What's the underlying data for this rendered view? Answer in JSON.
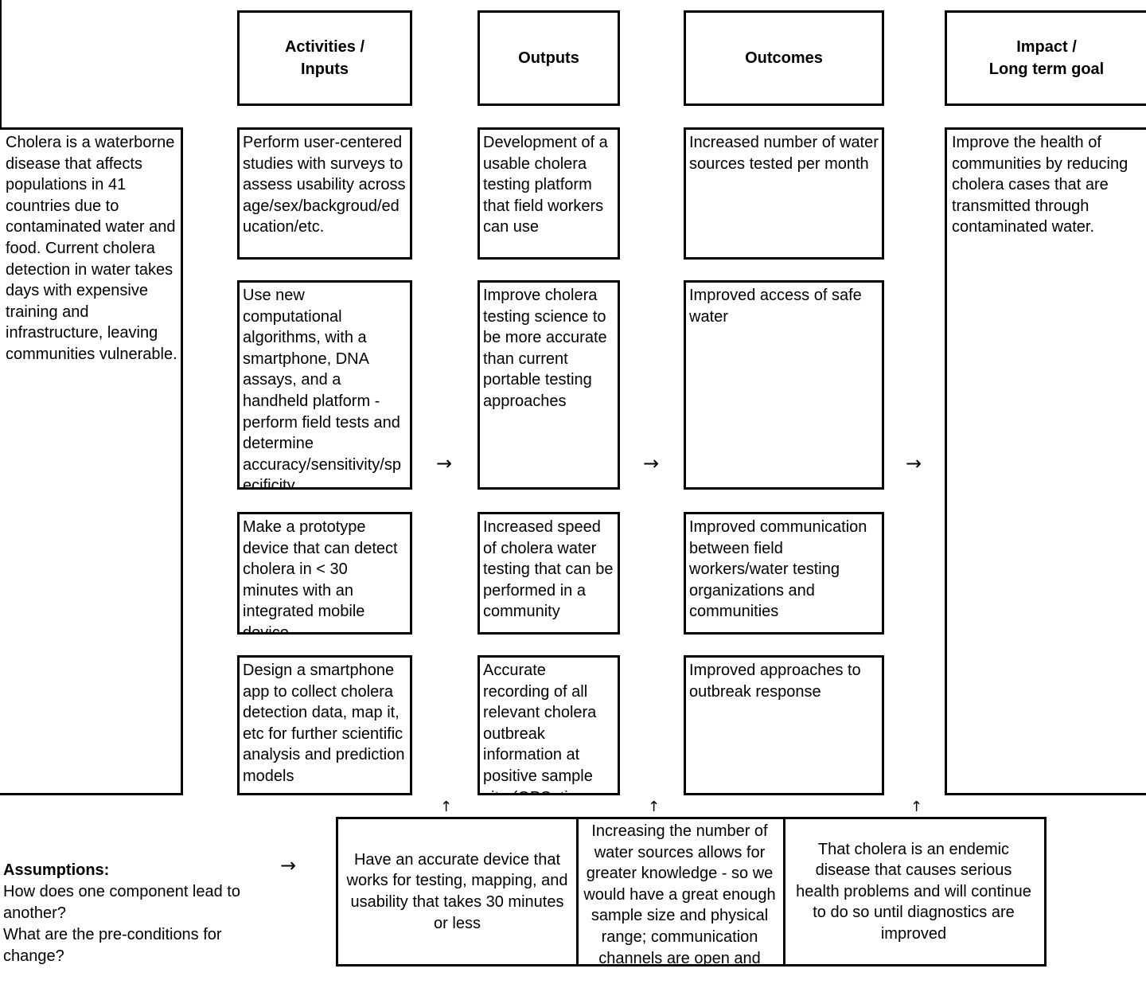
{
  "headers": {
    "activities": "Activities /\nInputs",
    "outputs": "Outputs",
    "outcomes": "Outcomes",
    "impact": "Impact /\nLong term goal"
  },
  "problem": "Cholera is a waterborne disease that affects populations in 41 countries due to contaminated water and food. Current cholera detection in water takes days with expensive training and infrastructure, leaving communities vulnerable.",
  "activities": [
    "Perform user-centered studies with surveys to assess usability across age/sex/backgroud/education/etc.",
    "Use new computational algorithms, with a smartphone, DNA assays, and a handheld platform - perform field tests and determine accuracy/sensitivity/specificity",
    "Make a prototype device that can detect cholera in < 30 minutes with an integrated mobile device",
    "Design a smartphone app to collect cholera detection data, map it, etc for further scientific analysis and prediction models"
  ],
  "outputs": [
    "Development of a usable cholera testing platform that field workers can use",
    "Improve cholera testing science to be more accurate than current portable testing approaches",
    "Increased speed of cholera water testing that can be performed in a community",
    "Accurate recording of all relevant cholera outbreak information at positive sample site (GPS, time"
  ],
  "outcomes": [
    "Increased number of water sources tested per month",
    "Improved access of safe water",
    "Improved communication between field workers/water testing organizations and communities",
    "Improved approaches to outbreak response"
  ],
  "impact": "Improve the health of communities by reducing cholera cases that are transmitted through contaminated water.",
  "arrows": {
    "right": "→",
    "up": "↑"
  },
  "assumptions": {
    "heading": "Assumptions:",
    "questions": [
      "How does one component lead to another?",
      "What are the pre-conditions for change?"
    ],
    "items": [
      "Have an accurate device that works for testing, mapping, and usability that takes 30 minutes or less",
      "Increasing the number of water sources allows for greater knowledge - so we would have a great enough sample size and physical range; communication channels are open and",
      "That cholera is an endemic disease that causes serious health problems and will continue to do so until diagnostics are improved"
    ]
  }
}
